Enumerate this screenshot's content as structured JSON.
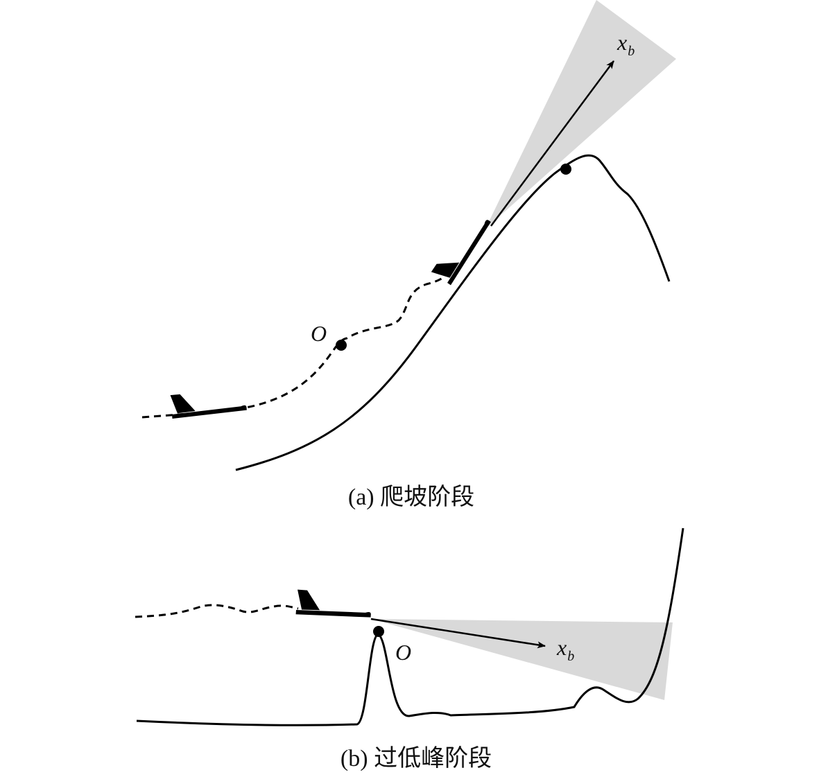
{
  "panels": {
    "a": {
      "caption": "(a) 爬坡阶段",
      "origin_label": "O",
      "axis_label": "x",
      "axis_subscript": "b"
    },
    "b": {
      "caption": "(b) 过低峰阶段",
      "origin_label": "O",
      "axis_label": "x",
      "axis_subscript": "b"
    }
  },
  "colors": {
    "line": "#000000",
    "cone": "#d9d9d9"
  }
}
